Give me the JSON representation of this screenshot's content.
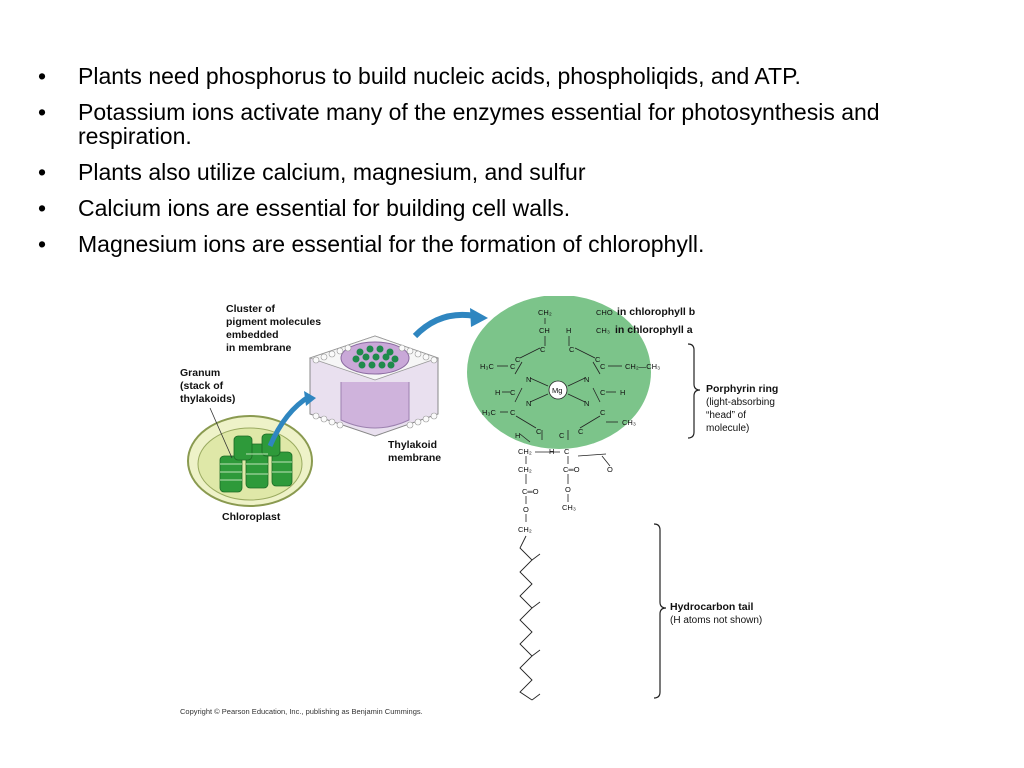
{
  "bullets": [
    "Plants need phosphorus to build nucleic acids, phospholiqids, and ATP.",
    "Potassium ions activate many of the enzymes essential for photosynthesis and respiration.",
    "Plants also utilize calcium, magnesium, and sulfur",
    "Calcium ions are essential for building cell walls.",
    "Magnesium ions are essential for the formation of chlorophyll."
  ],
  "bullet_symbol": "•",
  "figure": {
    "labels": {
      "cluster": [
        "Cluster of",
        "pigment molecules",
        "embedded",
        "in membrane"
      ],
      "granum": [
        "Granum",
        "(stack of",
        "thylakoids)"
      ],
      "thylakoid": [
        "Thylakoid",
        "membrane"
      ],
      "chloroplast": "Chloroplast",
      "chl_b_group": "CHO",
      "chl_b": "in chlorophyll b",
      "chl_a_group": "CH₃",
      "chl_a": "in chlorophyll a",
      "porphyrin": [
        "Porphyrin ring",
        "(light-absorbing",
        "“head” of",
        "molecule)"
      ],
      "tail": [
        "Hydrocarbon tail",
        "(H atoms not shown)"
      ],
      "copyright": "Copyright © Pearson Education, Inc., publishing as Benjamin Cummings."
    },
    "chem": {
      "ch2_top": "CH₂",
      "ch_top": "CH",
      "h_top": "H",
      "h3c_left": "H₃C",
      "c": "C",
      "n": "N",
      "h": "H",
      "mg": "Mg",
      "ch2ch3": "CH₂—CH₃",
      "ch3": "CH₃",
      "ch2": "CH₂",
      "co": "C═O",
      "o": "O"
    },
    "colors": {
      "ring_fill": "#7cc48a",
      "pigment": "#1f8a4c",
      "membrane": "#c9a8d8",
      "arrow": "#2f86c0",
      "granum": "#2e9a3a"
    }
  }
}
